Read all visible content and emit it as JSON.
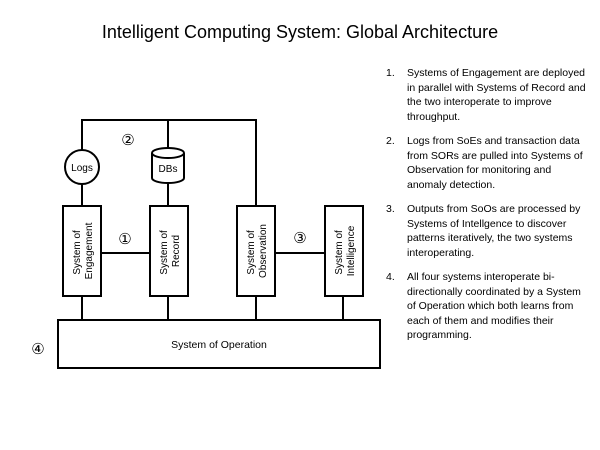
{
  "title": "Intelligent Computing System: Global Architecture",
  "diagram": {
    "nodes": {
      "logs": "Logs",
      "dbs": "DBs",
      "engagement": [
        "System of",
        "Engagement"
      ],
      "record": [
        "System of",
        "Record"
      ],
      "observation": [
        "System of",
        "Observation"
      ],
      "intelligence": [
        "System of",
        "Intelligence"
      ],
      "operation": "System of Operation"
    },
    "badges": {
      "one": "①",
      "two": "②",
      "three": "③",
      "four": "④"
    }
  },
  "notes": [
    {
      "number": "1.",
      "text": "Systems of Engagement are deployed in parallel with Systems of Record and the two interoperate to improve throughput."
    },
    {
      "number": "2.",
      "text": "Logs from SoEs and transaction data from SORs are pulled into Systems of Observation for monitoring and anomaly detection."
    },
    {
      "number": "3.",
      "text": "Outputs from SoOs are processed by Systems of Intellgence to discover patterns iteratively, the two systems interoperating."
    },
    {
      "number": "4.",
      "text": "All four systems interoperate bi-directionally coordinated by a System of Operation which both learns from each of them and modifies their programming."
    }
  ]
}
